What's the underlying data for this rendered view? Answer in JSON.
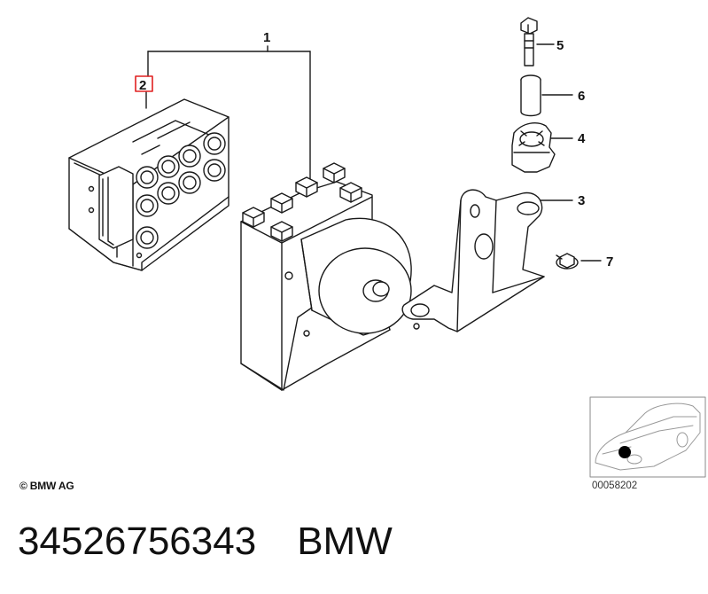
{
  "callouts": {
    "c1": "1",
    "c2": "2",
    "c3": "3",
    "c4": "4",
    "c5": "5",
    "c6": "6",
    "c7": "7"
  },
  "highlight_color": "#e02020",
  "copyright": "© BMW AG",
  "thumbnail_code": "00058202",
  "footer": {
    "part_number": "34526756343",
    "brand": "BMW"
  }
}
